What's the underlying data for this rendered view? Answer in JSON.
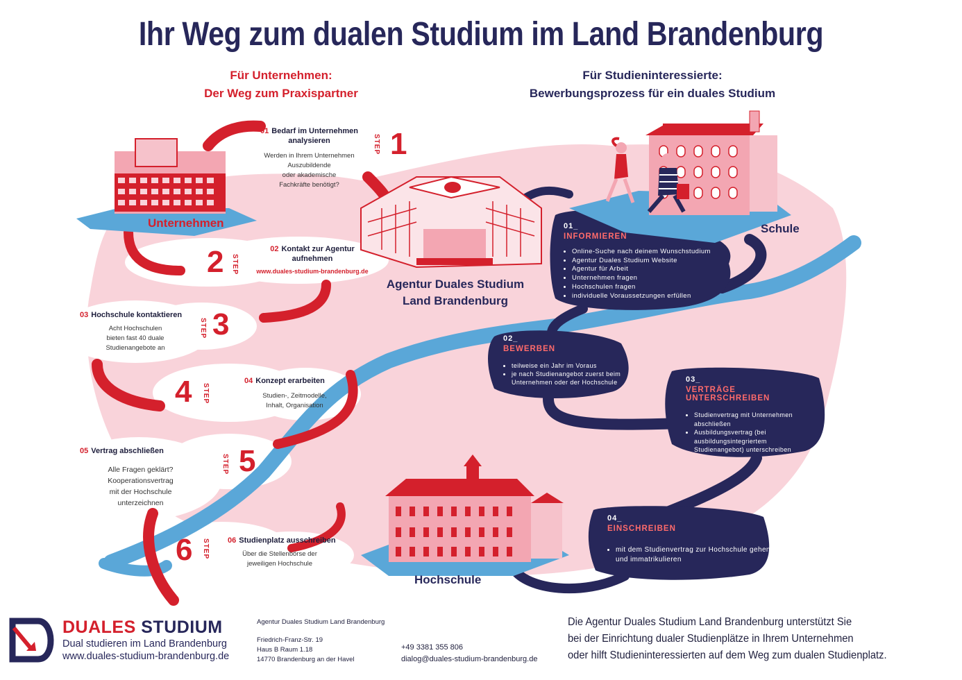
{
  "title": "Ihr Weg zum dualen Studium im Land Brandenburg",
  "left_header": {
    "line1": "Für Unternehmen:",
    "line2": "Der Weg zum Praxispartner"
  },
  "right_header": {
    "line1": "Für Studieninteressierte:",
    "line2": "Bewerbungsprozess für ein duales Studium"
  },
  "places": {
    "unternehmen": "Unternehmen",
    "agentur_line1": "Agentur Duales Studium",
    "agentur_line2": "Land Brandenburg",
    "schule": "Schule",
    "hochschule": "Hochschule"
  },
  "step_label": "STEP",
  "steps": [
    {
      "big": "1",
      "num": "01",
      "title_line1": "Bedarf im Unternehmen",
      "title_line2": "analysieren",
      "desc": [
        "Werden in Ihrem Unternehmen",
        "Auszubildende",
        "oder akademische",
        "Fachkräfte benötigt?"
      ]
    },
    {
      "big": "2",
      "num": "02",
      "title_line1": "Kontakt zur Agentur",
      "title_line2": "aufnehmen",
      "url": "www.duales-studium-brandenburg.de"
    },
    {
      "big": "3",
      "num": "03",
      "title_line1": "Hochschule kontaktieren",
      "desc": [
        "Acht Hochschulen",
        "bieten fast 40 duale",
        "Studienangebote an"
      ]
    },
    {
      "big": "4",
      "num": "04",
      "title_line1": "Konzept erarbeiten",
      "desc": [
        "Studien-, Zeitmodelle,",
        "Inhalt, Organisation"
      ]
    },
    {
      "big": "5",
      "num": "05",
      "title_line1": "Vertrag abschließen",
      "desc": [
        "Alle Fragen geklärt?",
        "Kooperationsvertrag",
        "mit der Hochschule",
        "unterzeichnen"
      ]
    },
    {
      "big": "6",
      "num": "06",
      "title_line1": "Studienplatz ausschreiben",
      "desc": [
        "Über die Stellenbörse der",
        "jeweiligen Hochschule"
      ]
    }
  ],
  "student_steps": [
    {
      "num": "01_",
      "title": "INFORMIEREN",
      "items": [
        "Online-Suche nach deinem Wunschstudium",
        "Agentur Duales Studium Website",
        "Agentur für Arbeit",
        "Unternehmen fragen",
        "Hochschulen fragen",
        "individuelle Voraussetzungen erfüllen"
      ]
    },
    {
      "num": "02_",
      "title": "BEWERBEN",
      "items": [
        "teilweise ein Jahr im Voraus",
        "je nach Studienangebot zuerst beim Unternehmen oder der Hochschule"
      ]
    },
    {
      "num": "03_",
      "title": "VERTRÄGE UNTERSCHREIBEN",
      "items": [
        "Studienvertrag mit Unternehmen abschließen",
        "Ausbildungsvertrag (bei ausbildungsintegriertem Studienangebot) unterschreiben"
      ]
    },
    {
      "num": "04_",
      "title": "EINSCHREIBEN",
      "items": [
        "mit dem Studienvertrag zur Hochschule gehen und immatrikulieren"
      ]
    }
  ],
  "footer": {
    "brand_word1": "DUALES",
    "brand_word2": "STUDIUM",
    "brand_sub1": "Dual studieren im Land Brandenburg",
    "brand_url": "www.duales-studium-brandenburg.de",
    "org": "Agentur Duales Studium Land Brandenburg",
    "addr1": "Friedrich-Franz-Str. 19",
    "addr2": "Haus B Raum 1.18",
    "addr3": "14770 Brandenburg an der Havel",
    "phone": "+49 3381 355 806",
    "email": "dialog@duales-studium-brandenburg.de",
    "info1": "Die Agentur Duales Studium Land Brandenburg unterstützt Sie",
    "info2": "bei der Einrichtung dualer Studienplätze in Ihrem Unternehmen",
    "info3": "oder hilft Studieninteressierten auf dem Weg zum dualen Studienplatz."
  },
  "colors": {
    "red": "#d4202c",
    "navy": "#27275a",
    "pink": "#f9d3da",
    "river": "#5aa7d8"
  },
  "icons": [
    "building-icon",
    "agency-building-icon",
    "school-building-icon",
    "university-building-icon",
    "students-icon",
    "logo-icon"
  ]
}
